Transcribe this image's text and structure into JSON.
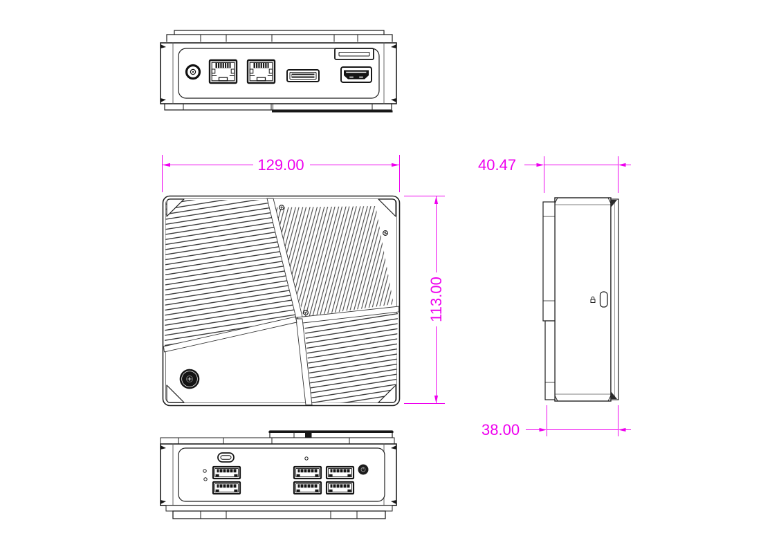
{
  "dims": {
    "width": "129.00",
    "depth": "113.00",
    "side_top_width": "40.47",
    "side_base_width": "38.00"
  },
  "colors": {
    "dimension": "#EE00EE",
    "line": "#1F1F1F",
    "background": "#FFFFFF"
  }
}
